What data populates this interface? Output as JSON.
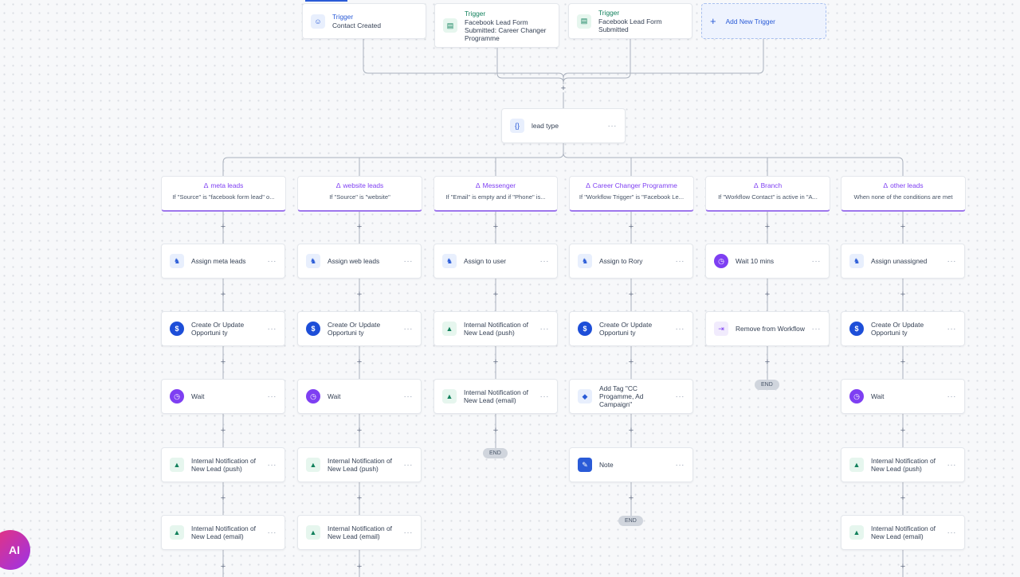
{
  "triggers": [
    {
      "title": "Trigger",
      "label": "Contact Created",
      "icon": "user-plus-icon"
    },
    {
      "title": "Trigger",
      "label": "Facebook Lead Form Submitted: Career Changer Programme",
      "icon": "form-icon"
    },
    {
      "title": "Trigger",
      "label": "Facebook Lead Form Submitted",
      "icon": "form-icon"
    }
  ],
  "add_trigger_label": "Add New Trigger",
  "lead_type": {
    "label": "lead type",
    "icon": "{}"
  },
  "branches": [
    {
      "title": "meta leads",
      "condition": "If \"Source\" is \"facebook form lead\" o..."
    },
    {
      "title": "website leads",
      "condition": "If \"Source\" is \"website\""
    },
    {
      "title": "Messenger",
      "condition": "If \"Email\" is empty and if \"Phone\" is..."
    },
    {
      "title": "Career Changer Programme",
      "condition": "If \"Workflow Trigger\" is \"Facebook Le..."
    },
    {
      "title": "Branch",
      "condition": "If \"Workflow Contact\" is active in \"A..."
    },
    {
      "title": "other leads",
      "condition": "When none of the conditions are met"
    }
  ],
  "actions": {
    "assign_meta": "Assign meta leads",
    "assign_web": "Assign web leads",
    "assign_user": "Assign to user",
    "assign_rory": "Assign to Rory",
    "wait_10": "Wait 10 mins",
    "assign_unassigned": "Assign unassigned",
    "create_opp": "Create Or Update Opportuni ty",
    "notif_push": "Internal Notification of New Lead (push)",
    "notif_email": "Internal Notification of New Lead (email)",
    "remove_wf": "Remove from Workflow",
    "wait": "Wait",
    "add_tag": "Add Tag \"CC Progamme, Ad Campaign\"",
    "note": "Note"
  },
  "dots": "···",
  "end_label": "END",
  "plus": "+",
  "ai_label": "AI",
  "colors": {
    "accent": "#2a5bd7",
    "branch": "#9e77ed",
    "green": "#12805c",
    "purple": "#7e3ff2"
  }
}
